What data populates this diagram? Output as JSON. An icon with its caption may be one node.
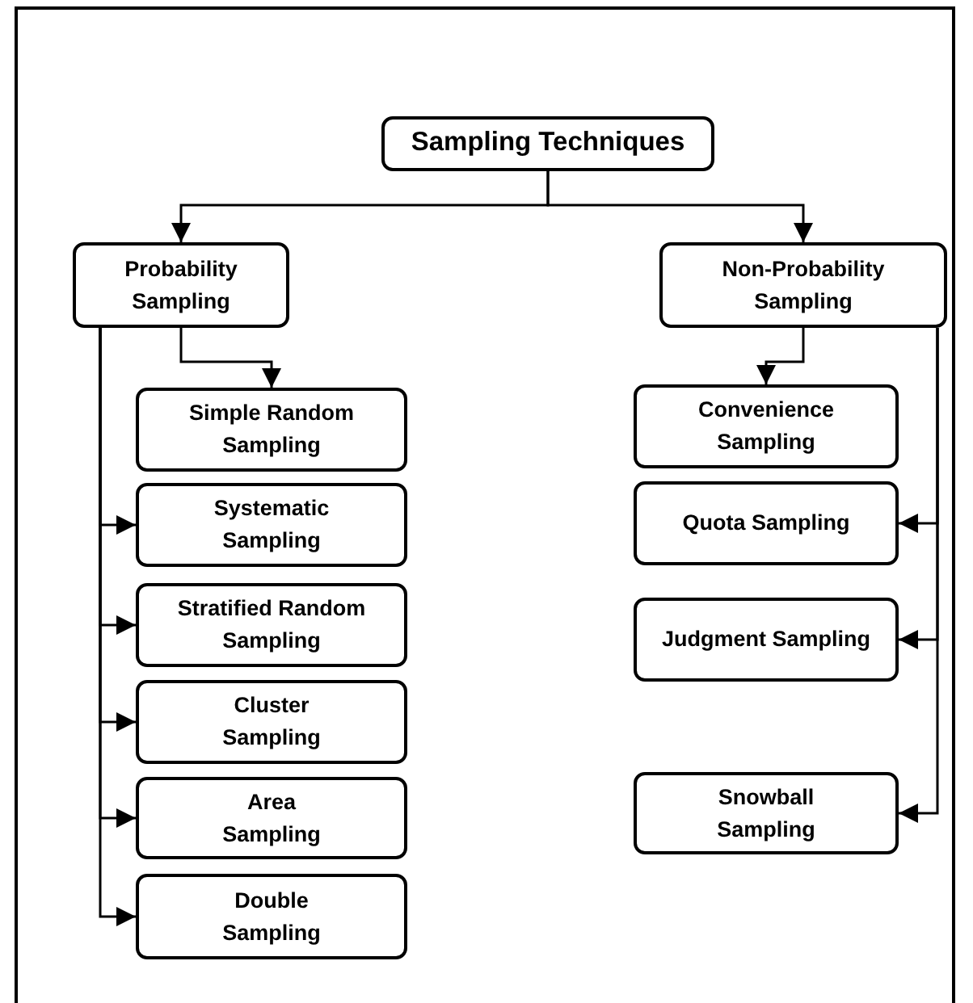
{
  "diagram": {
    "nodes": [
      {
        "text": [
          "Sampling Techniques"
        ]
      },
      {
        "text": [
          "Probability Sampling"
        ]
      },
      {
        "text": [
          "Non-Probability Sampling"
        ]
      },
      {
        "text": [
          "Simple Random Sampling"
        ]
      },
      {
        "text": [
          "Systematic Sampling"
        ]
      },
      {
        "text": [
          "Stratified Random Sampling"
        ]
      },
      {
        "text": [
          "Cluster Sampling"
        ]
      },
      {
        "text": [
          "Area Sampling"
        ]
      },
      {
        "text": [
          "Double Sampling"
        ]
      },
      {
        "text": [
          "Convenience Sampling"
        ]
      },
      {
        "text": [
          "Quota Sampling"
        ]
      },
      {
        "text": [
          "Judgment Sampling"
        ]
      },
      {
        "text": [
          "Snowball Sampling"
        ]
      }
    ],
    "edges": [
      {
        "from": 0,
        "to": 1,
        "arrow": "to"
      },
      {
        "from": 0,
        "to": 2,
        "arrow": "to"
      },
      {
        "from": 1,
        "to": 3,
        "arrow": "to"
      },
      {
        "from": 1,
        "to": 4,
        "arrow": "to"
      },
      {
        "from": 1,
        "to": 5,
        "arrow": "to"
      },
      {
        "from": 1,
        "to": 6,
        "arrow": "to"
      },
      {
        "from": 1,
        "to": 7,
        "arrow": "to"
      },
      {
        "from": 1,
        "to": 8,
        "arrow": "to"
      },
      {
        "from": 2,
        "to": 9,
        "arrow": "to"
      },
      {
        "from": 2,
        "to": 10,
        "arrow": "to"
      },
      {
        "from": 2,
        "to": 11,
        "arrow": "to"
      },
      {
        "from": 2,
        "to": 12,
        "arrow": "to"
      }
    ]
  }
}
